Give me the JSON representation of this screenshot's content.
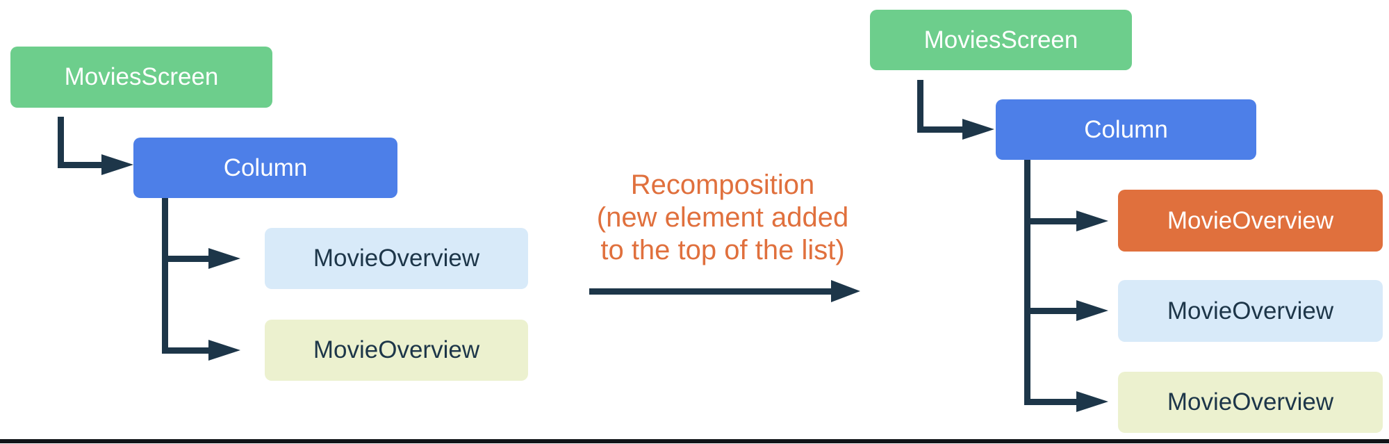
{
  "left_tree": {
    "root": {
      "label": "MoviesScreen"
    },
    "child": {
      "label": "Column"
    },
    "leaves": [
      {
        "label": "MovieOverview",
        "variant": "light-blue"
      },
      {
        "label": "MovieOverview",
        "variant": "pale-yellow"
      }
    ]
  },
  "caption": {
    "line1": "Recomposition",
    "line2": "(new element added",
    "line3": "to the top of the list)"
  },
  "right_tree": {
    "root": {
      "label": "MoviesScreen"
    },
    "child": {
      "label": "Column"
    },
    "leaves": [
      {
        "label": "MovieOverview",
        "variant": "orange-new"
      },
      {
        "label": "MovieOverview",
        "variant": "light-blue"
      },
      {
        "label": "MovieOverview",
        "variant": "pale-yellow"
      }
    ]
  },
  "colors": {
    "green": "#6DCE8C",
    "blue": "#4D7FE8",
    "light_blue": "#D8EAF9",
    "pale_yellow": "#ECF1CF",
    "orange": "#E0703D",
    "connector": "#1D3649",
    "caption": "#E0703D",
    "background": "#FFFFFF",
    "border_line": "#101418"
  }
}
